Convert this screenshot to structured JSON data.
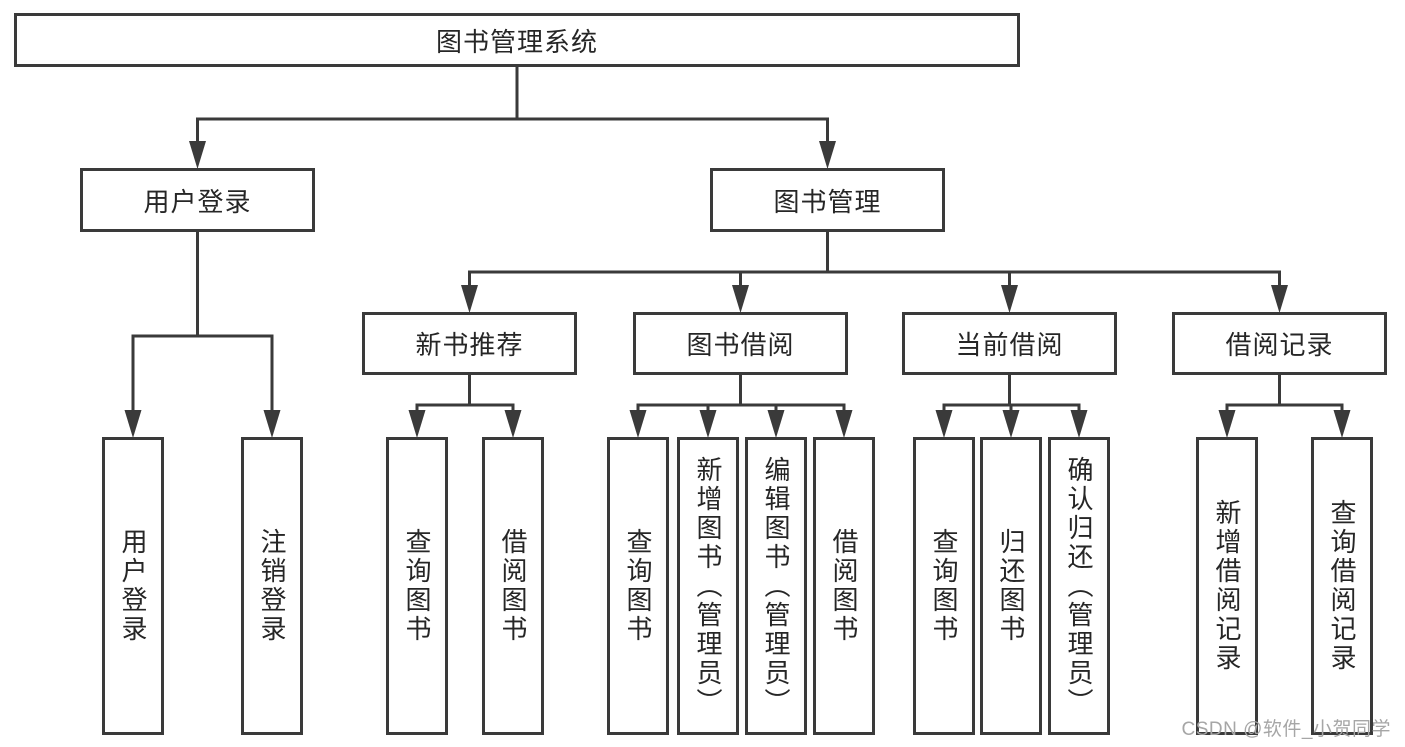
{
  "title": "图书管理系统",
  "watermark": "CSDN @软件_小贺同学",
  "colors": {
    "line": "#3a3a3a",
    "text": "#262626",
    "background": "#ffffff",
    "watermark": "#a6a6a6"
  },
  "tree": {
    "label": "图书管理系统",
    "children": [
      {
        "label": "用户登录",
        "children": [
          {
            "label": "用户登录"
          },
          {
            "label": "注销登录"
          }
        ]
      },
      {
        "label": "图书管理",
        "children": [
          {
            "label": "新书推荐",
            "children": [
              {
                "label": "查询图书"
              },
              {
                "label": "借阅图书"
              }
            ]
          },
          {
            "label": "图书借阅",
            "children": [
              {
                "label": "查询图书"
              },
              {
                "label": "新增图书（管理员）"
              },
              {
                "label": "编辑图书（管理员）"
              },
              {
                "label": "借阅图书"
              }
            ]
          },
          {
            "label": "当前借阅",
            "children": [
              {
                "label": "查询图书"
              },
              {
                "label": "归还图书"
              },
              {
                "label": "确认归还（管理员）"
              }
            ]
          },
          {
            "label": "借阅记录",
            "children": [
              {
                "label": "新增借阅记录"
              },
              {
                "label": "查询借阅记录"
              }
            ]
          }
        ]
      }
    ]
  }
}
